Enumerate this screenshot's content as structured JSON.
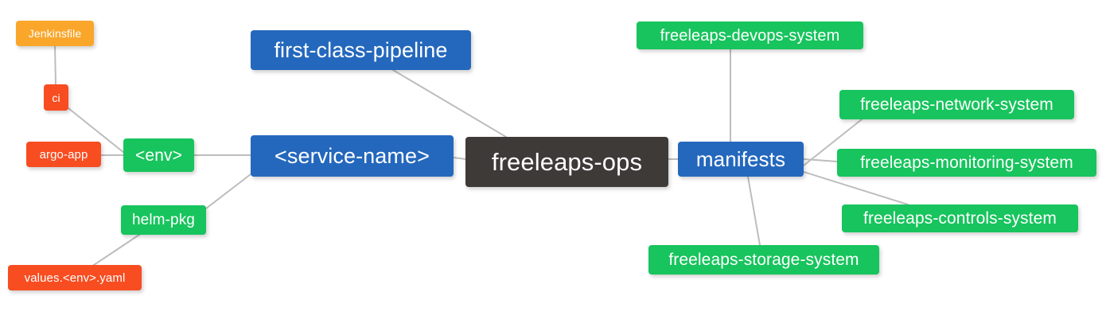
{
  "diagram": {
    "title": "freeleaps-ops repository structure mindmap",
    "background": "#ffffff",
    "edge_color": "#bdbdbd",
    "palette": {
      "root": "#3e3a38",
      "blue": "#2468bd",
      "green": "#17c45d",
      "orange": "#faa62a",
      "red": "#f74d21"
    }
  },
  "nodes": {
    "root": {
      "label": "freeleaps-ops",
      "color": "#3e3a38"
    },
    "service_name": {
      "label": "<service-name>",
      "color": "#2468bd"
    },
    "first_class": {
      "label": "first-class-pipeline",
      "color": "#2468bd"
    },
    "manifests": {
      "label": "manifests",
      "color": "#2468bd"
    },
    "env": {
      "label": "<env>",
      "color": "#17c45d"
    },
    "helm_pkg": {
      "label": "helm-pkg",
      "color": "#17c45d"
    },
    "jenkinsfile": {
      "label": "Jenkinsfile",
      "color": "#faa62a"
    },
    "ci": {
      "label": "ci",
      "color": "#f74d21"
    },
    "argo_app": {
      "label": "argo-app",
      "color": "#f74d21"
    },
    "values_yaml": {
      "label": "values.<env>.yaml",
      "color": "#f74d21"
    },
    "devops_system": {
      "label": "freeleaps-devops-system",
      "color": "#17c45d"
    },
    "network_system": {
      "label": "freeleaps-network-system",
      "color": "#17c45d"
    },
    "monitoring_system": {
      "label": "freeleaps-monitoring-system",
      "color": "#17c45d"
    },
    "controls_system": {
      "label": "freeleaps-controls-system",
      "color": "#17c45d"
    },
    "storage_system": {
      "label": "freeleaps-storage-system",
      "color": "#17c45d"
    }
  },
  "edges": [
    {
      "from": "root",
      "to": "service_name"
    },
    {
      "from": "root",
      "to": "first_class"
    },
    {
      "from": "root",
      "to": "manifests"
    },
    {
      "from": "service_name",
      "to": "env"
    },
    {
      "from": "service_name",
      "to": "helm_pkg"
    },
    {
      "from": "env",
      "to": "ci"
    },
    {
      "from": "env",
      "to": "argo_app"
    },
    {
      "from": "ci",
      "to": "jenkinsfile"
    },
    {
      "from": "helm_pkg",
      "to": "values_yaml"
    },
    {
      "from": "manifests",
      "to": "devops_system"
    },
    {
      "from": "manifests",
      "to": "network_system"
    },
    {
      "from": "manifests",
      "to": "monitoring_system"
    },
    {
      "from": "manifests",
      "to": "controls_system"
    },
    {
      "from": "manifests",
      "to": "storage_system"
    }
  ]
}
